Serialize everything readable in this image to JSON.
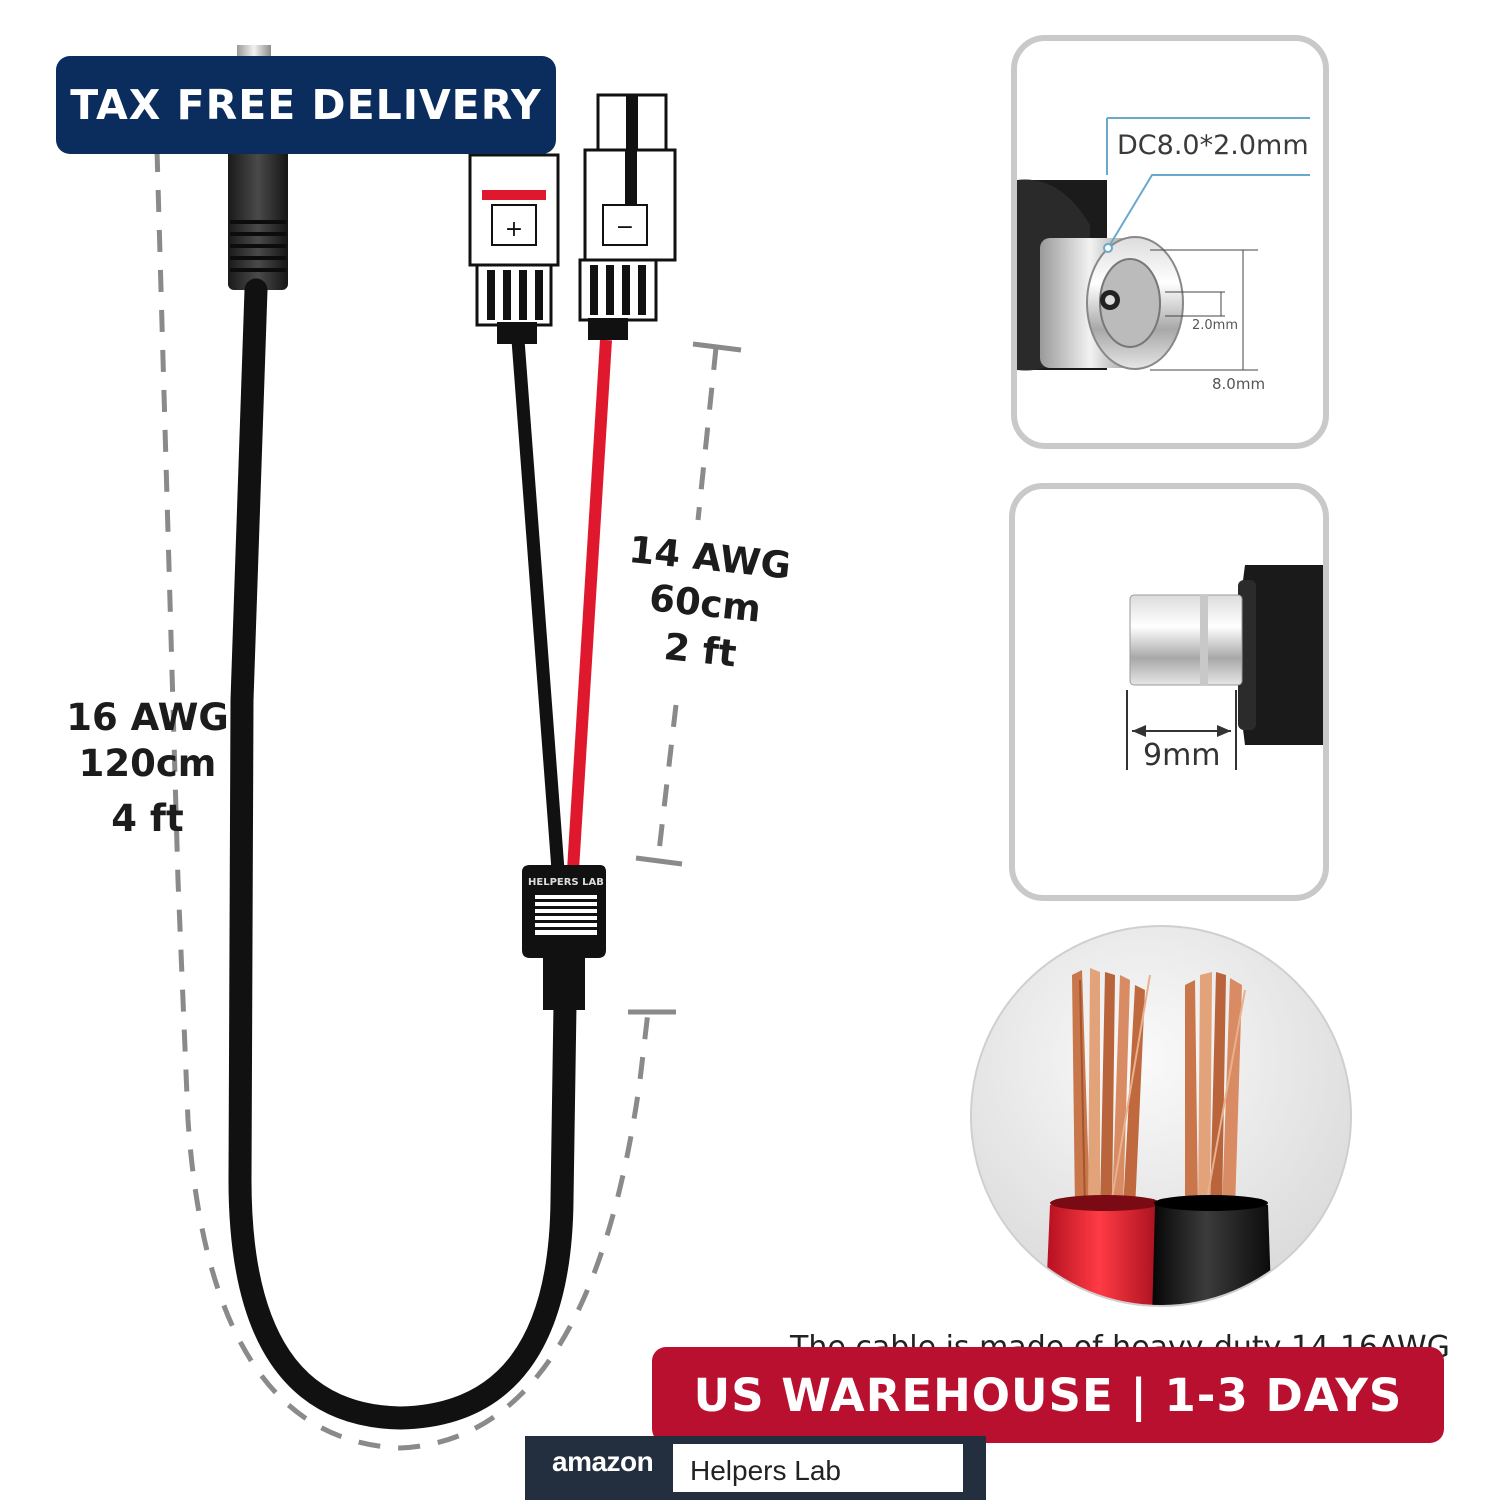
{
  "badges": {
    "top": "TAX FREE DELIVERY",
    "bottom": "US WAREHOUSE | 1-3 DAYS"
  },
  "cable_main": {
    "gauge": "16 AWG",
    "length_cm": "120cm",
    "length_ft": "4 ft"
  },
  "cable_branch": {
    "gauge": "14 AWG",
    "length_cm": "60cm",
    "length_ft": "2 ft"
  },
  "connector_marks": {
    "positive": "+",
    "negative": "−"
  },
  "y_splitter_label": "HELPERS LAB",
  "dc_spec": {
    "title": "DC8.0*2.0mm",
    "inner_dim": "2.0mm",
    "outer_dim": "8.0mm"
  },
  "tip_spec": {
    "length": "9mm"
  },
  "caption": "The cable is made of heavy-duty 14-16AWG",
  "footer": {
    "brand_logo": "amazon",
    "store_name": "Helpers Lab"
  },
  "colors": {
    "navy": "#0b2d5e",
    "crimson": "#b8102e",
    "cable_black": "#111111",
    "cable_red": "#e0182d",
    "copper": "#c9764a",
    "dash_gray": "#8a8a8a"
  }
}
